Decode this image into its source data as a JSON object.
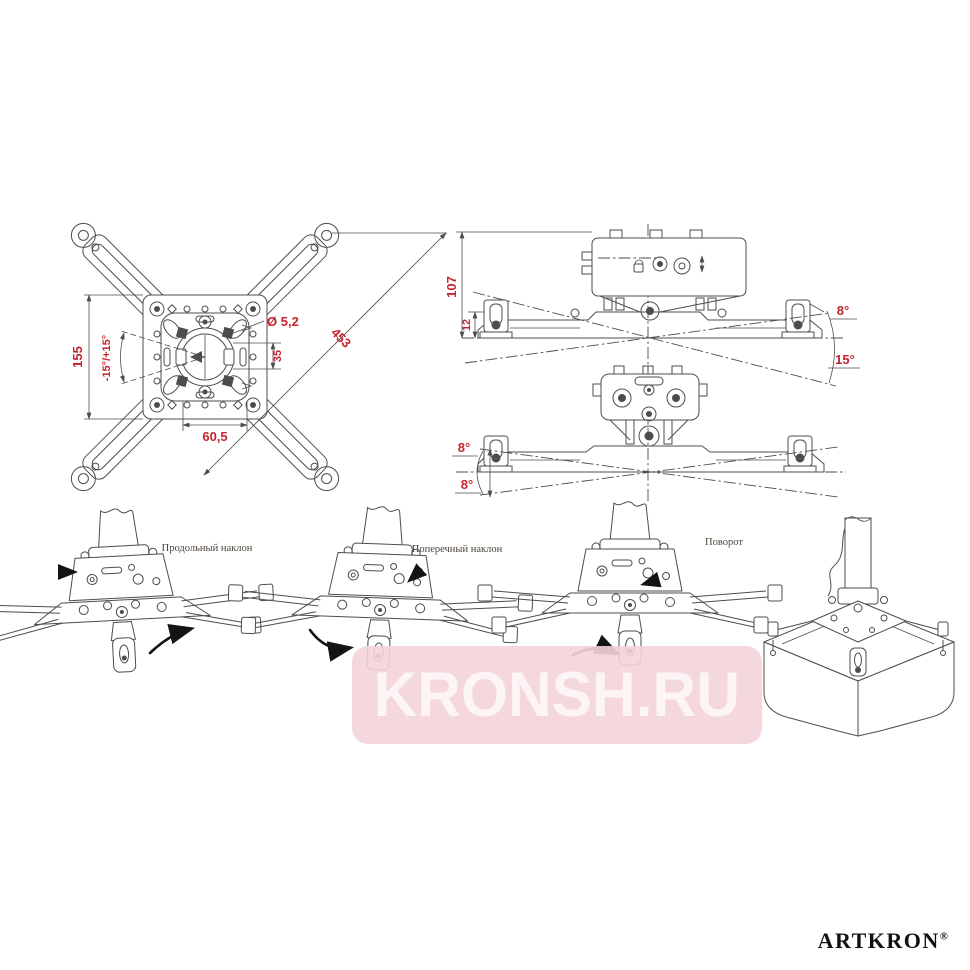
{
  "colors": {
    "line": "#4d4d4d",
    "dimension": "#c42430",
    "caption": "#4d453c",
    "watermark_bg": "#f3d4d9",
    "watermark_text": "#fdf4f5",
    "brand": "#111111"
  },
  "drawing": {
    "top_view": {
      "dim_height": "155",
      "dim_tilt_range": "-15°/+15°",
      "dim_hole_diameter": "Ø 5,2",
      "dim_hub_offset": "35",
      "dim_hole_spacing": "60,5",
      "dim_diagonal": "453"
    },
    "side_view": {
      "dim_height": "107",
      "dim_base": "12",
      "dim_angle_up": "8°",
      "dim_angle_down": "15°"
    },
    "front_view": {
      "dim_angle_top": "8°",
      "dim_angle_bottom": "8°"
    }
  },
  "captions": {
    "longitudinal_tilt": "Продольный наклон",
    "transverse_tilt": "Поперечный наклон",
    "rotation": "Поворот"
  },
  "watermark": {
    "text": "KRONSH.RU"
  },
  "brand": {
    "name": "ARTKRON",
    "mark": "®"
  }
}
